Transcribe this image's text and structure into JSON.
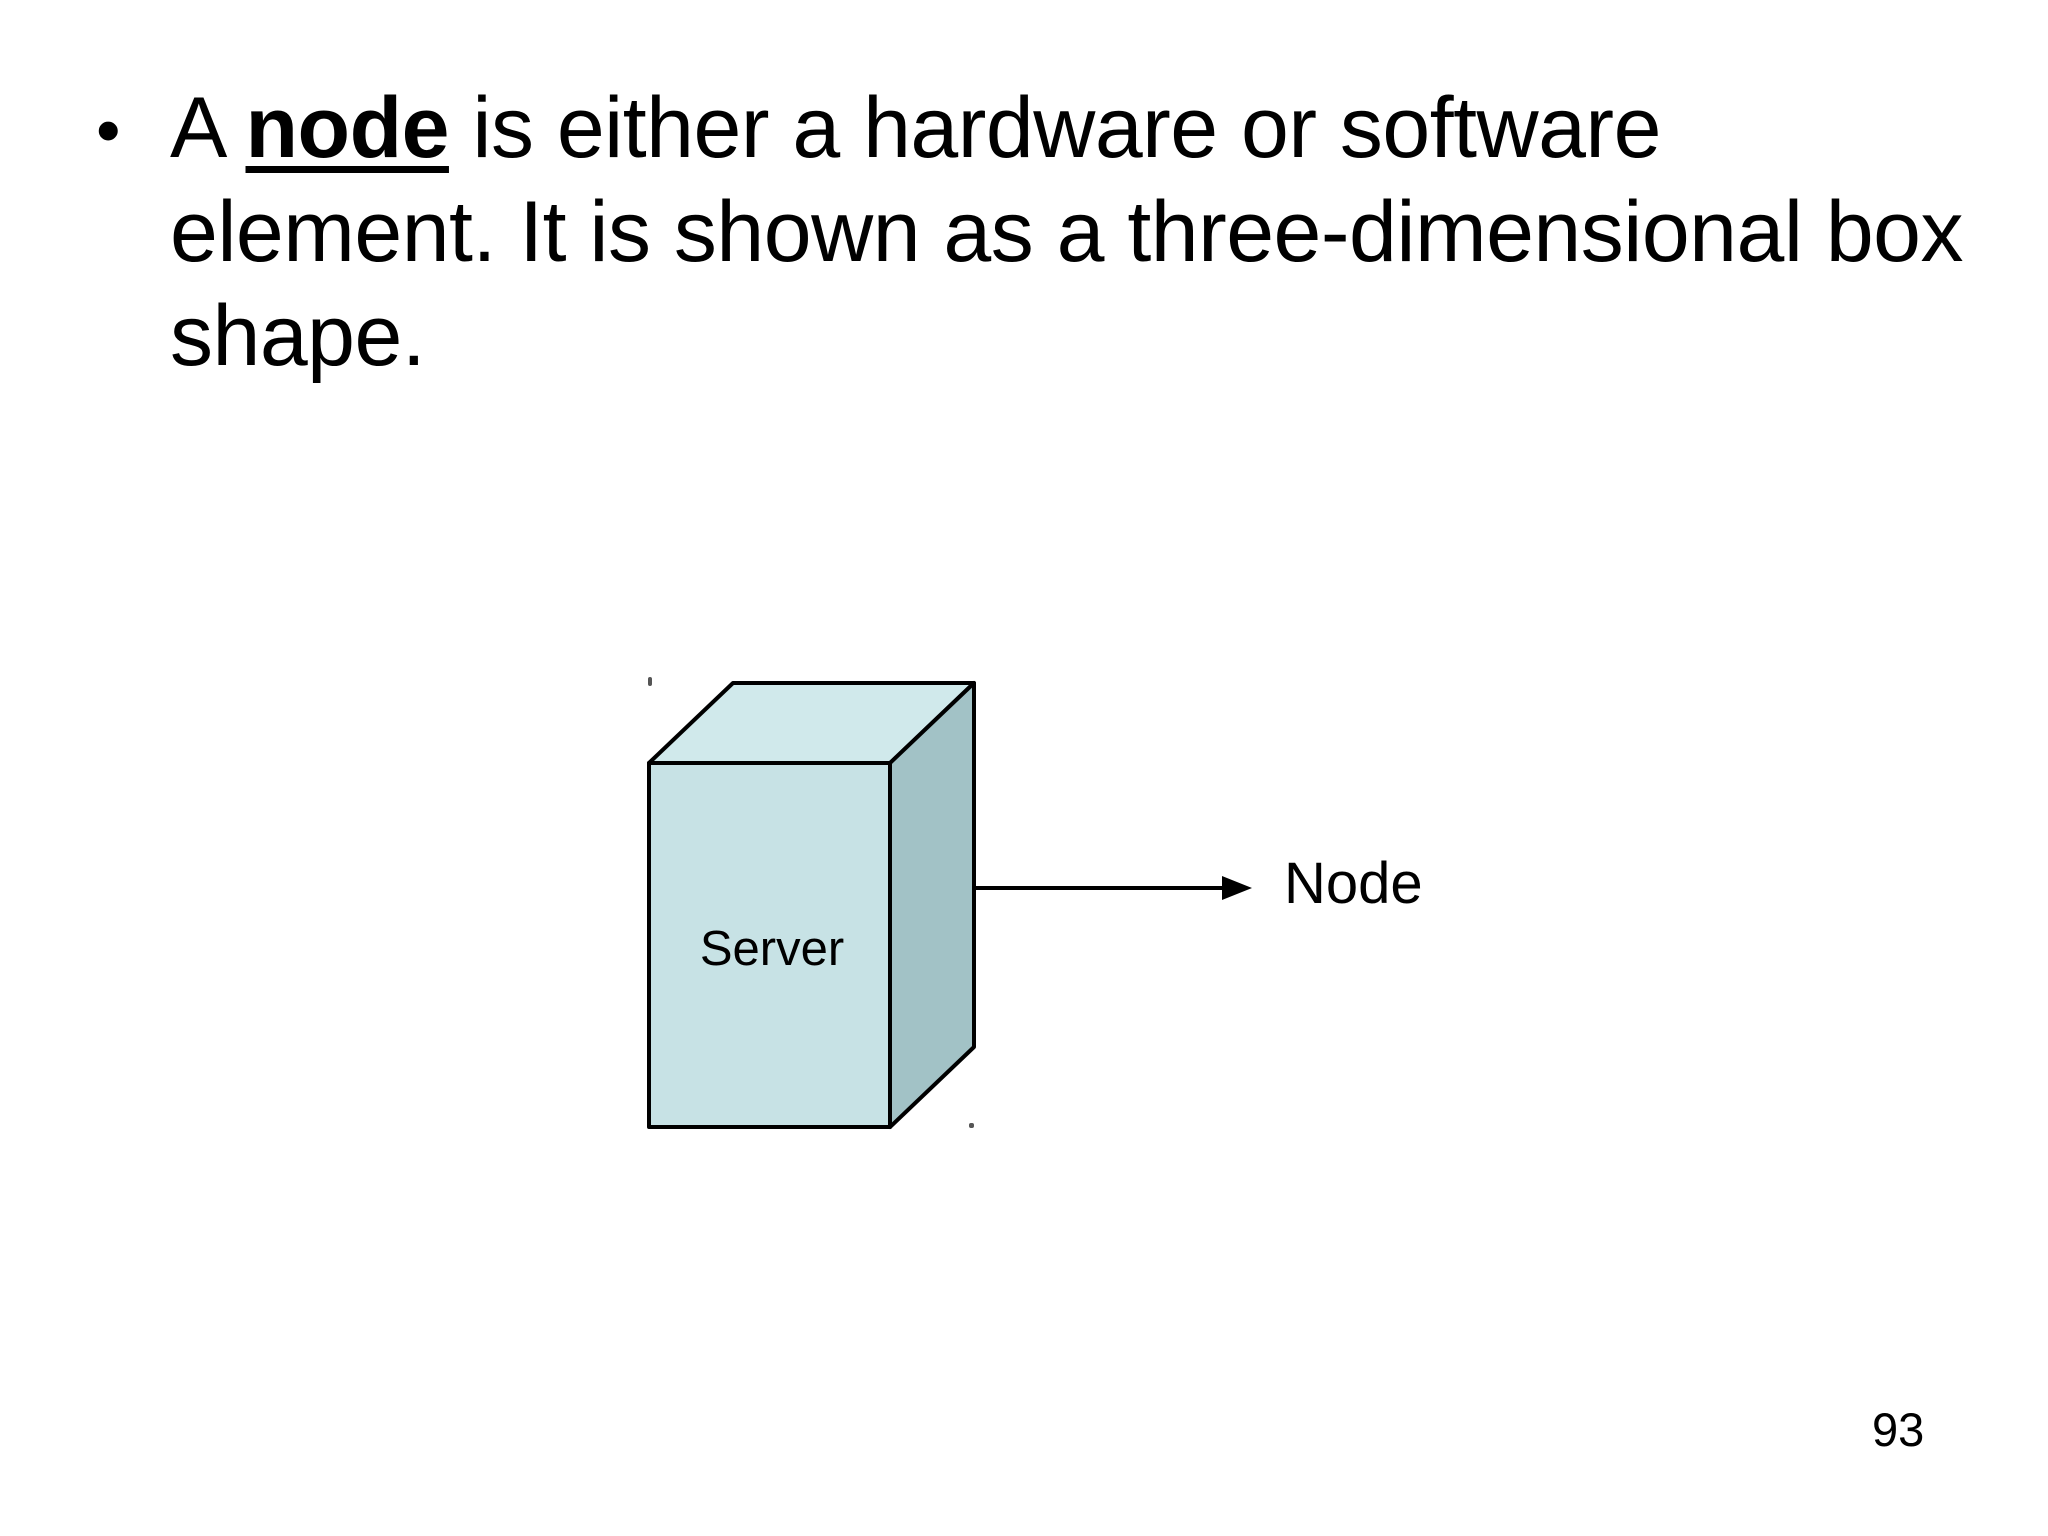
{
  "slide": {
    "background": "#ffffff",
    "bullet_char": "•",
    "bullet_point": {
      "line1_pre": "A ",
      "line1_term": "node",
      "line1_post": " is either a hardware or software",
      "line2": "element. It is shown as a three-dimensional box",
      "line3": "shape."
    },
    "page_number": "93"
  },
  "diagram": {
    "box_label": "Server",
    "annotation_label": "Node",
    "colors": {
      "front_face": "#c7e2e5",
      "top_face": "#d0e9eb",
      "side_face": "#a2c2c6",
      "outline": "#000000",
      "arrow": "#000000"
    }
  }
}
